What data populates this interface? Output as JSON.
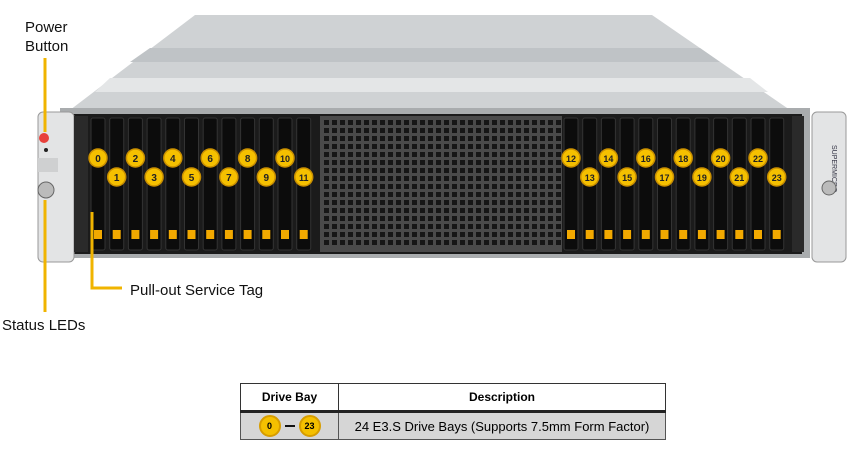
{
  "callouts": {
    "power_button": "Power\nButton",
    "power_line1": "Power",
    "power_line2": "Button",
    "status_leds": "Status LEDs",
    "service_tag": "Pull-out Service Tag"
  },
  "brand_label": "SUPERMICRO",
  "bays": {
    "left": [
      "0",
      "1",
      "2",
      "3",
      "4",
      "5",
      "6",
      "7",
      "8",
      "9",
      "10",
      "11"
    ],
    "right": [
      "12",
      "13",
      "14",
      "15",
      "16",
      "17",
      "18",
      "19",
      "20",
      "21",
      "22",
      "23"
    ]
  },
  "table": {
    "headers": [
      "Drive Bay",
      "Description"
    ],
    "rows": [
      {
        "bay_start": "0",
        "bay_end": "23",
        "description": "24 E3.S Drive Bays (Supports 7.5mm Form Factor)"
      }
    ]
  },
  "colors": {
    "badge": "#f5c000",
    "callout_line": "#f0b400",
    "latch": "#f2a900"
  }
}
